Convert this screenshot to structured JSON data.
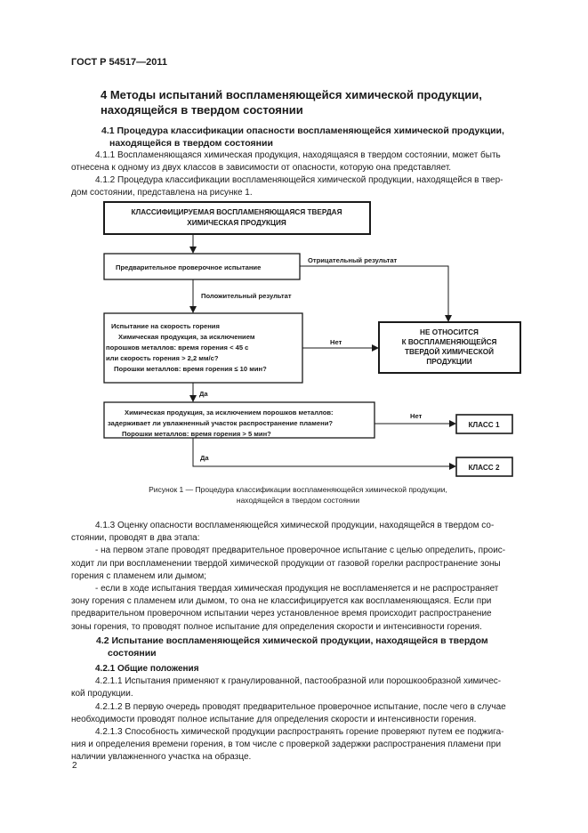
{
  "header": "ГОСТ Р 54517—2011",
  "section4": {
    "title_line1": "4  Методы испытаний воспламеняющейся химической продукции,",
    "title_line2": "находящейся в твердом состоянии"
  },
  "s41": {
    "title_line1": "4.1  Процедура классификации опасности воспламеняющейся химической продукции,",
    "title_line2": "находящейся в твердом состоянии",
    "p411_line1": "4.1.1  Воспламеняющаяся химическая продукция, находящаяся в твердом состоянии, может быть",
    "p411_line2": "отнесена к одному из двух классов в зависимости от опасности, которую она представляет.",
    "p412_line1": "4.1.2  Процедура классификации воспламеняющейся химической продукции, находящейся в твер-",
    "p412_line2": "дом состоянии, представлена на рисунке 1."
  },
  "flowchart": {
    "top_box_line1": "КЛАССИФИЦИРУЕМАЯ ВОСПЛАМЕНЯЮЩАЯСЯ ТВЕРДАЯ",
    "top_box_line2": "ХИМИЧЕСКАЯ ПРОДУКЦИЯ",
    "prelim_box": "Предварительное проверочное испытание",
    "negative_label": "Отрицательный результат",
    "positive_label": "Положительный результат",
    "rate_box_line1": "Испытание на скорость горения",
    "rate_box_line2": "Химическая продукция, за исключением",
    "rate_box_line3": "порошков металлов: время горения < 45 с",
    "rate_box_line4": "или скорость горения > 2,2 мм/с?",
    "rate_box_line5": "Порошки металлов: время горения ≤ 10 мин?",
    "no_label_1": "Нет",
    "not_class_line1": "НЕ ОТНОСИТСЯ",
    "not_class_line2": "К ВОСПЛАМЕНЯЮЩЕЙСЯ",
    "not_class_line3": "ТВЕРДОЙ ХИМИЧЕСКОЙ",
    "not_class_line4": "ПРОДУКЦИИ",
    "yes_label_1": "Да",
    "wet_box_line1": "Химическая продукция, за исключением порошков металлов:",
    "wet_box_line2": "задерживает ли увлажненный участок распространение пламени?",
    "wet_box_line3": "Порошки металлов: время горения > 5 мин?",
    "no_label_2": "Нет",
    "class1": "КЛАСС 1",
    "yes_label_2": "Да",
    "class2": "КЛАСС 2"
  },
  "figure_caption_line1": "Рисунок 1 — Процедура классификации воспламеняющейся химической продукции,",
  "figure_caption_line2": "находящейся в твердом состоянии",
  "p413": {
    "line1": "4.1.3  Оценку опасности воспламеняющейся химической продукции, находящейся в твердом со-",
    "line2": "стоянии, проводят в два этапа:",
    "bullet1_line1": "- на первом этапе проводят предварительное проверочное испытание с целью определить, проис-",
    "bullet1_line2": "ходит ли при воспламенении твердой химической продукции от газовой горелки распространение зоны",
    "bullet1_line3": "горения с пламенем или дымом;",
    "bullet2_line1": "- если в ходе испытания твердая химическая продукция не воспламеняется и не распространяет",
    "bullet2_line2": "зону горения с пламенем или дымом, то она не классифицируется как воспламеняющаяся. Если при",
    "bullet2_line3": "предварительном проверочном испытании через установленное время происходит распространение",
    "bullet2_line4": "зоны горения, то проводят полное испытание для определения скорости и интенсивности горения."
  },
  "s42": {
    "title_line1": "4.2  Испытание воспламеняющейся химической продукции, находящейся в твердом",
    "title_line2": "состоянии",
    "sub421": "4.2.1  Общие положения",
    "p4211_line1": "4.2.1.1  Испытания применяют к гранулированной, пастообразной или порошкообразной химичес-",
    "p4211_line2": "кой продукции.",
    "p4212_line1": "4.2.1.2  В первую очередь проводят предварительное проверочное испытание, после чего в случае",
    "p4212_line2": "необходимости проводят полное испытание для определения скорости и интенсивности горения.",
    "p4213_line1": "4.2.1.3  Способность химической продукции распространять горение проверяют путем ее поджига-",
    "p4213_line2": "ния и определения времени горения, в том числе с проверкой задержки распространения пламени при",
    "p4213_line3": "наличии увлажненного участка на образце."
  },
  "page_number": "2"
}
